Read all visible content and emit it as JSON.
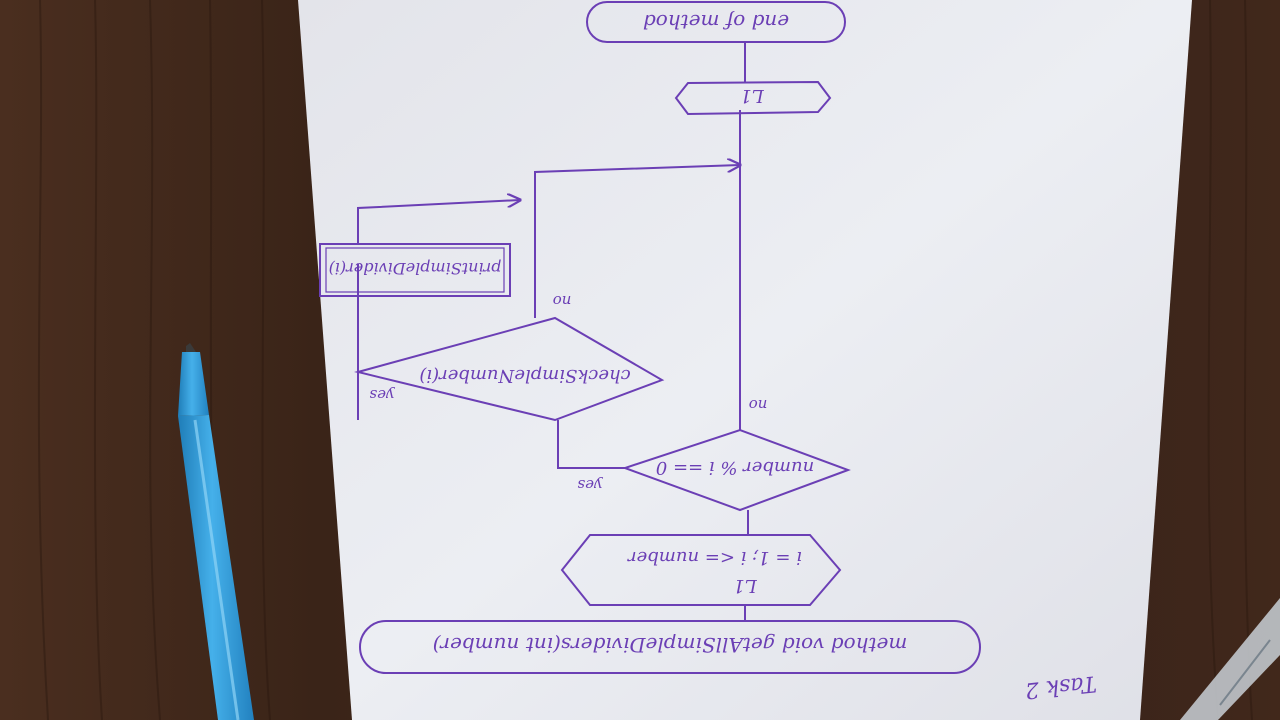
{
  "photo": {
    "subject": "hand-drawn flowchart on paper",
    "orientation": "upside-down",
    "ink_color": "#6b3fb5",
    "paper_color": "#e8e9ee",
    "table_color": "#3a2418",
    "pen_color": "#35a0dc"
  },
  "flowchart": {
    "task_label": "Task 2",
    "start_label": "method void getAllSimpleDividers(int number)",
    "loop_begin_tag": "L1",
    "loop_begin_expr": "i = 1; i <= number",
    "decision1": "number % i == 0",
    "decision1_yes": "yes",
    "decision1_no": "no",
    "decision2": "checkSimpleNumber(i)",
    "decision2_yes": "yes",
    "decision2_no": "no",
    "process": "printSimpleDivider(i)",
    "loop_end_tag": "L1",
    "end_label": "end of method"
  }
}
